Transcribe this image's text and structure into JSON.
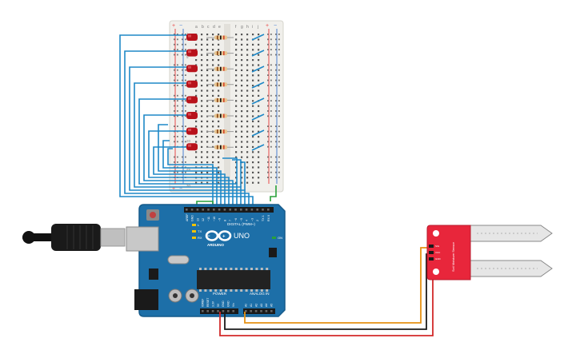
{
  "app": {
    "kind": "circuit-simulator-canvas"
  },
  "breadboard": {
    "column_letters_left": [
      "a",
      "b",
      "c",
      "d",
      "e"
    ],
    "column_letters_right": [
      "f",
      "g",
      "h",
      "i",
      "j"
    ],
    "rail_plus": "+",
    "rail_minus": "−",
    "row_numbers": [
      "1",
      "5",
      "10",
      "15",
      "20",
      "25",
      "30"
    ],
    "led_count": 8,
    "resistor_count": 8,
    "colors": {
      "body": "#f0efeb",
      "hole": "#555555",
      "rail_red": "#e84a4a",
      "rail_blue": "#4a7fd1",
      "led": "#b8121b",
      "resistor_body": "#e7c590",
      "wire_blue": "#1e88c7",
      "wire_green": "#2aa13a"
    }
  },
  "arduino": {
    "brand": "ARDUINO",
    "model": "UNO",
    "digital_header_label": "DIGITAL (PWM~)",
    "power_label": "POWER",
    "analog_label": "ANALOG IN",
    "tx_label": "TX",
    "rx_label": "RX",
    "on_label": "ON",
    "l_label": "L",
    "digital_pins": [
      "AREF",
      "GND",
      "13",
      "12",
      "~11",
      "~10",
      "~9",
      "8",
      "7",
      "~6",
      "~5",
      "4",
      "~3",
      "2",
      "TX 1",
      "RX 0"
    ],
    "power_pins": [
      "IOREF",
      "RESET",
      "3.3V",
      "5V",
      "GND",
      "GND",
      "Vin"
    ],
    "analog_pins": [
      "A0",
      "A1",
      "A2",
      "A3",
      "A4",
      "A5"
    ],
    "colors": {
      "board": "#1d6fa8",
      "board_edge": "#155a8a",
      "header": "#1a1a1a",
      "chip": "#222222",
      "usb_metal": "#c8c8c8",
      "jack": "#1a1a1a"
    }
  },
  "usb_cable": {
    "colors": {
      "cable": "#111111",
      "plug_metal": "#bfbfbf"
    }
  },
  "soil_sensor": {
    "label_top": "Soil Moisture Sensor",
    "pins": [
      "SIG",
      "VCC",
      "GND"
    ],
    "colors": {
      "board": "#e8263b",
      "probe": "#e6e6e6",
      "probe_edge": "#8a8a8a"
    }
  },
  "wires": {
    "orange": "#e69113",
    "black": "#1a1a1a",
    "red": "#d22a2a"
  }
}
